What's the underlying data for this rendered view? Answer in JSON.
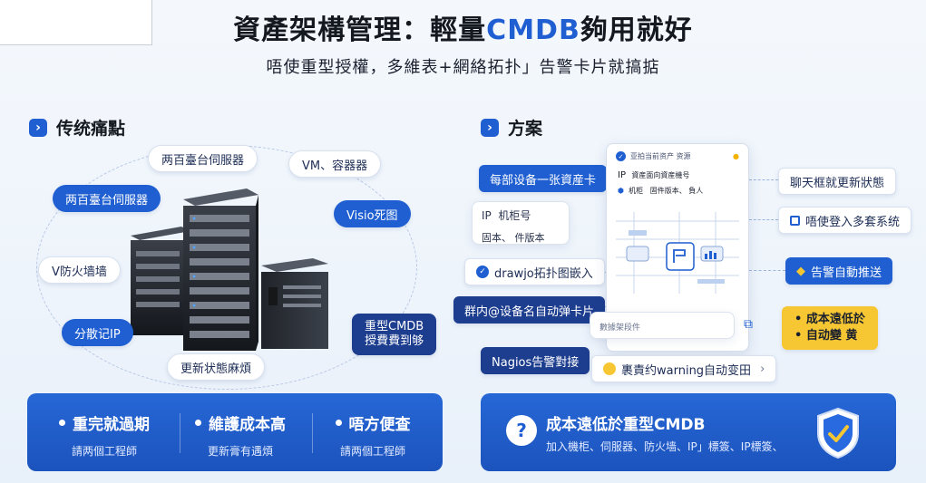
{
  "header": {
    "title_main": "資產架構管理：輕量",
    "title_accent": "CMDB",
    "title_tail": "夠用就好",
    "subtitle": "唔使重型授權，多維表+網絡拓扑」告警卡片就搞掂"
  },
  "left": {
    "heading": "传统痛點",
    "pills": [
      "两百臺台伺服器",
      "VM、容器器",
      "两百臺台伺服器",
      "Visio死图",
      "V防火墙墙",
      "分散记IP",
      "重型CMDB\n授費費到够",
      "更新状態麻煩"
    ]
  },
  "right": {
    "heading": "方案",
    "tags": {
      "card_per_device": "每部设备一张資産卡",
      "drawio": "drawjo拓扑图嵌入",
      "group_notify": "群内@设备名自动弹卡片",
      "nagios": "Nagios告警對接",
      "chat_update": "聊天框就更新狀態",
      "no_login": "唔使登入多套系统",
      "auto_alert": "告警自動推送",
      "cost_low": "成本遠低於",
      "auto_change": "自动變 黄",
      "warning": "裹責约warning自动变田"
    },
    "card_ip": {
      "l1": "IP",
      "l1b": "机柜号",
      "l2": "固本、 件版本"
    },
    "dashboard": {
      "header": "亚拍当前资产 资源",
      "ip": "IP",
      "ip_note": "資産面向資産機号",
      "row2a": "机柜",
      "row2b": "固件版本、 負人",
      "input_ph": "數據架段件"
    }
  },
  "bottom_left": [
    {
      "h": "重完就過期",
      "s": "請两個工程師"
    },
    {
      "h": "維護成本高",
      "s": "更新膏有遇煩"
    },
    {
      "h": "唔方便查",
      "s": "請两個工程師"
    }
  ],
  "bottom_right": {
    "h": "成本遠低於重型CMDB",
    "s": "加入機柜、伺服器、防火墙、IP」標簽、IP標簽、"
  }
}
